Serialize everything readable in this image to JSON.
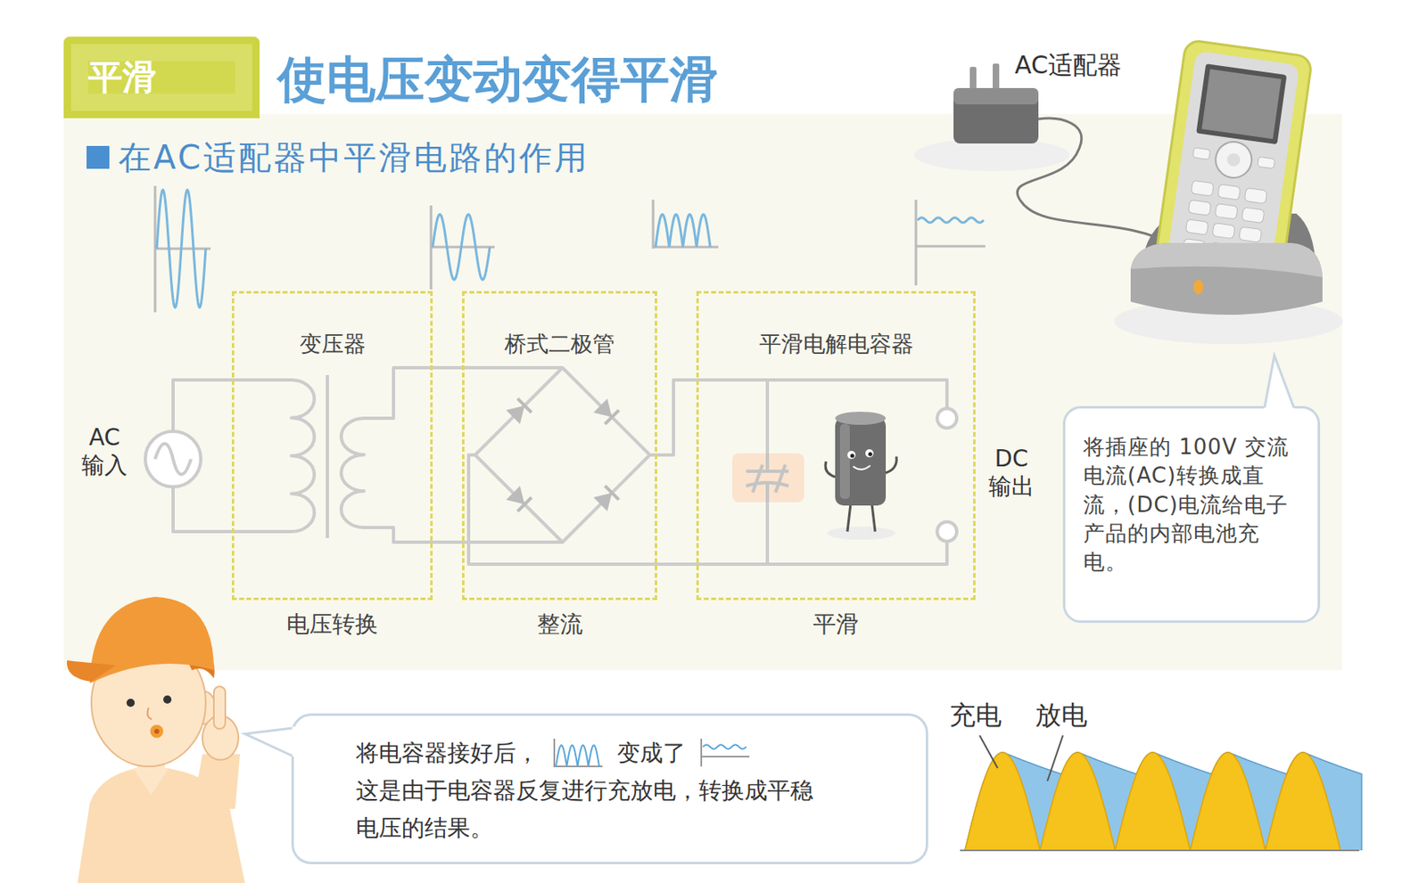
{
  "diagram": {
    "title": "使电压变动变得平滑",
    "nodes": [
      {
        "text": [
          "平滑"
        ]
      },
      {
        "text": [
          "变压器",
          "电压转换"
        ]
      },
      {
        "text": [
          "桥式二极管",
          "整流"
        ]
      },
      {
        "text": [
          "平滑电解电容器",
          "平滑"
        ]
      },
      {
        "text": [
          "将插座的 100V 交流电流(AC)转换成直流，(DC)电流给电子产品的内部电池充电。"
        ]
      },
      {
        "text": [
          "将电容器接好后，",
          "变成了",
          "这是由于电容器反复进行充放电，转换成平稳电压的结果。"
        ]
      }
    ],
    "labels": [
      "在AC适配器中平滑电路的作用",
      "AC适配器",
      "AC 输入",
      "DC 输出",
      "充电",
      "放电"
    ]
  }
}
